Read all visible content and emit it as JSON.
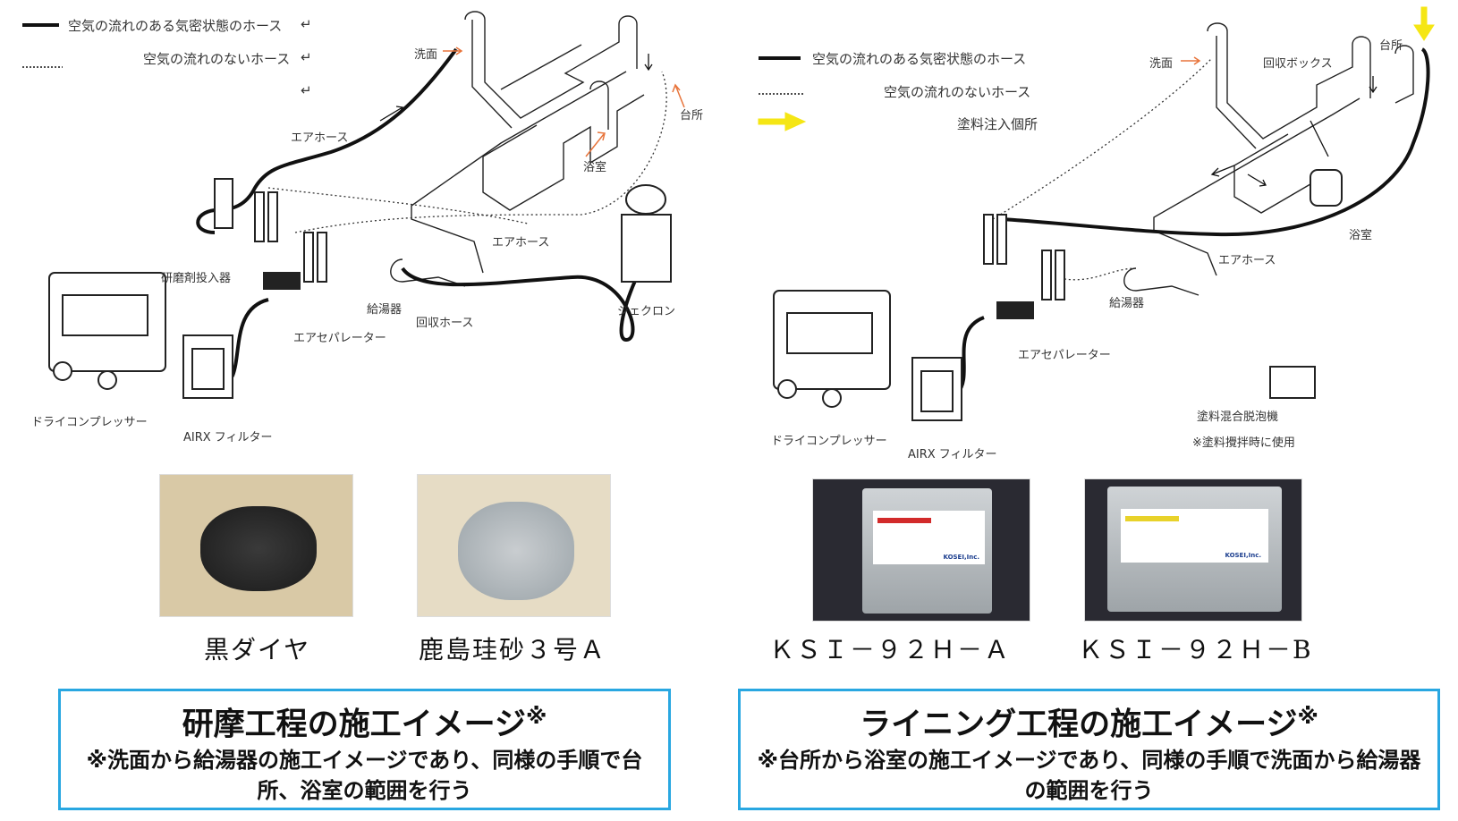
{
  "left": {
    "legend": {
      "air_hose": "空気の流れのある気密状態のホース",
      "no_air_hose": "空気の流れのないホース",
      "return_mark": "↵",
      "extra_mark": "↵"
    },
    "labels": {
      "senmen": "洗面",
      "daidokoro": "台所",
      "yokushitsu": "浴室",
      "air_hose_1": "エアホース",
      "air_hose_2": "エアホース",
      "kenmazai": "研磨剤投入器",
      "kyutoki": "給湯器",
      "kaishu_hose": "回収ホース",
      "jekuron": "ジェクロン",
      "air_separator": "エアセパレーター",
      "dry_compressor": "ドライコンプレッサー",
      "airx_filter": "AIRX フィルター"
    },
    "photos": [
      {
        "caption": "黒ダイヤ"
      },
      {
        "caption": "鹿島珪砂３号Ａ"
      }
    ],
    "box": {
      "title": "研摩工程の施工イメージ",
      "title_mark": "※",
      "note": "※洗面から給湯器の施工イメージであり、同様の手順で台所、浴室の範囲を行う"
    }
  },
  "right": {
    "legend": {
      "air_hose": "空気の流れのある気密状態のホース",
      "no_air_hose": "空気の流れのないホース",
      "injection": "塗料注入個所"
    },
    "labels": {
      "senmen": "洗面",
      "kaishu_box": "回収ボックス",
      "daidokoro": "台所",
      "yokushitsu": "浴室",
      "air_hose": "エアホース",
      "kyutoki": "給湯器",
      "air_separator": "エアセパレーター",
      "mixer": "塗料混合脱泡機",
      "mixer_note": "※塗料攪拌時に使用",
      "dry_compressor": "ドライコンプレッサー",
      "airx_filter": "AIRX フィルター"
    },
    "photos": [
      {
        "caption": "ＫＳＩ－９２Ｈ－Ａ",
        "brand": "KOSEI,Inc."
      },
      {
        "caption": "ＫＳＩ－９２Ｈ－B",
        "brand": "KOSEI,Inc."
      }
    ],
    "box": {
      "title": "ライニング工程の施工イメージ",
      "title_mark": "※",
      "note": "※台所から浴室の施工イメージであり、同様の手順で洗面から給湯器の範囲を行う"
    }
  },
  "colors": {
    "box_border": "#29a7e1",
    "arrow_orange": "#e8743b",
    "injection_yellow": "#f5e614"
  }
}
